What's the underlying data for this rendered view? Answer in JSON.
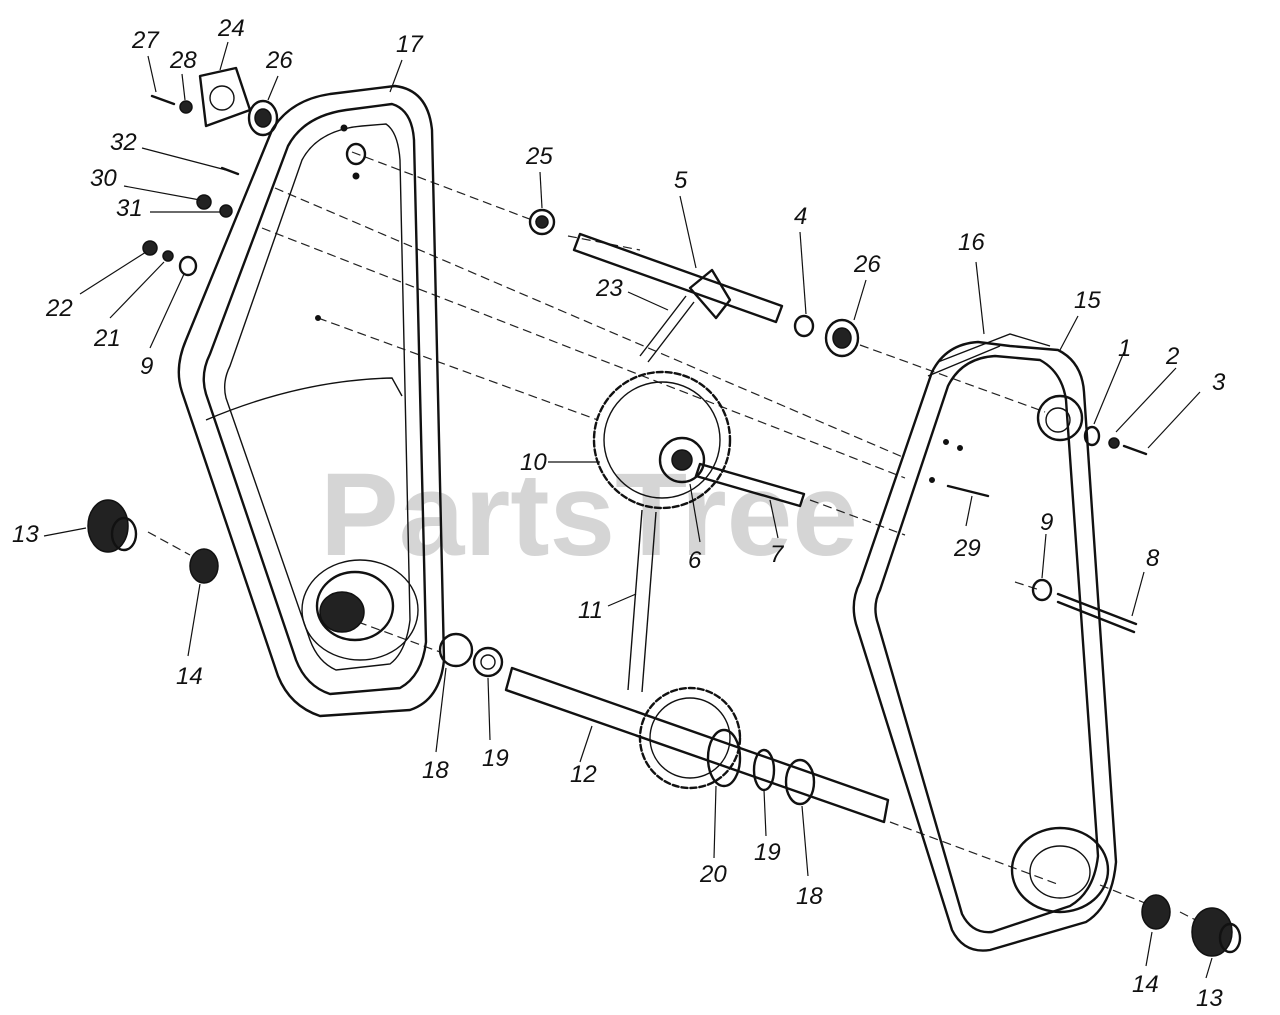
{
  "watermark": "PartsTree",
  "labels": {
    "l27": "27",
    "l28": "28",
    "l24": "24",
    "l26a": "26",
    "l17": "17",
    "l32": "32",
    "l30": "30",
    "l31": "31",
    "l22": "22",
    "l21": "21",
    "l9a": "9",
    "l25": "25",
    "l5": "5",
    "l4": "4",
    "l26b": "26",
    "l23": "23",
    "l16": "16",
    "l15": "15",
    "l1": "1",
    "l2": "2",
    "l3": "3",
    "l10": "10",
    "l6": "6",
    "l7": "7",
    "l29": "29",
    "l9b": "9",
    "l8": "8",
    "l13a": "13",
    "l14a": "14",
    "l11": "11",
    "l18a": "18",
    "l19a": "19",
    "l12": "12",
    "l20": "20",
    "l19b": "19",
    "l18b": "18",
    "l14b": "14",
    "l13b": "13"
  }
}
